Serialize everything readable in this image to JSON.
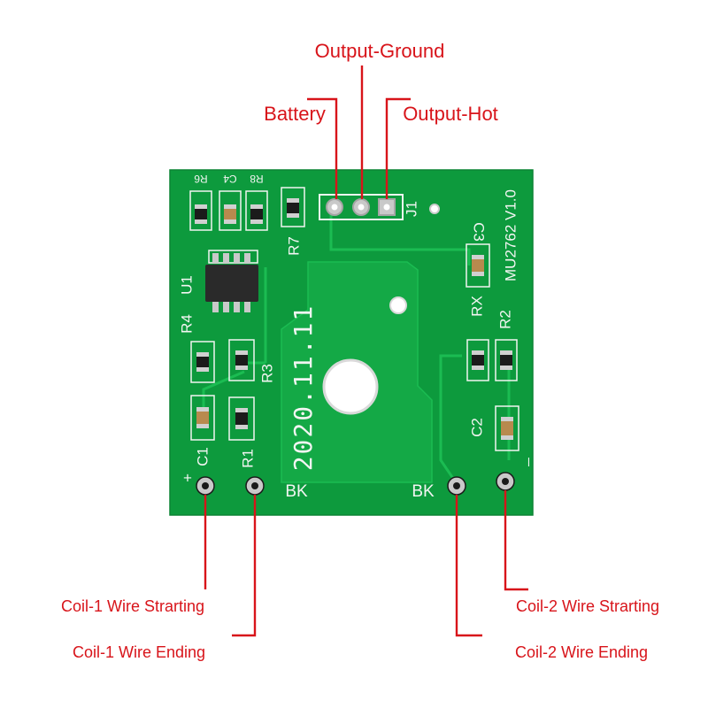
{
  "callouts": {
    "output_ground": "Output-Ground",
    "battery": "Battery",
    "output_hot": "Output-Hot",
    "coil1_start": "Coil-1 Wire Strarting",
    "coil1_end": "Coil-1 Wire Ending",
    "coil2_start": "Coil-2 Wire Strarting",
    "coil2_end": "Coil-2 Wire Ending"
  },
  "board": {
    "model": "MU2762 V1.0",
    "connector": "J1",
    "date_code": "2020.11.11",
    "plus_mark": "+",
    "minus_mark": "_",
    "bk_left": "BK",
    "bk_right": "BK",
    "designators": {
      "r6": "R6",
      "c4": "C4",
      "r8": "R8",
      "r7": "R7",
      "u1": "U1",
      "r4": "R4",
      "r3": "R3",
      "c1": "C1",
      "r1": "R1",
      "c3": "C3",
      "rx": "RX",
      "r2": "R2",
      "c2": "C2"
    }
  },
  "colors": {
    "callout": "#d8141a",
    "board": "#0d9a3d",
    "trace": "#17b04c",
    "silkscreen": "#f2f5f2",
    "pad": "#c9c9c9"
  }
}
